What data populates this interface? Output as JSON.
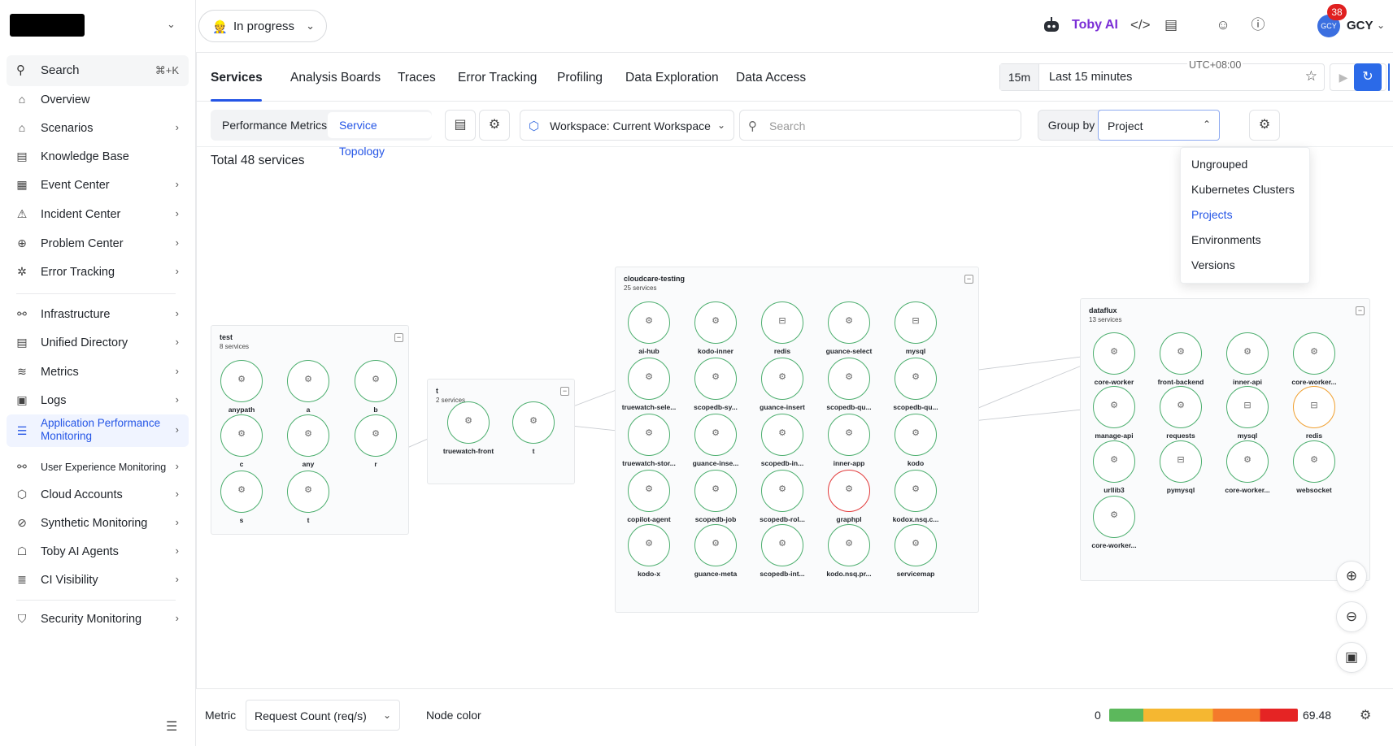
{
  "sidebar": {
    "search_label": "Search",
    "search_shortcut": "⌘+K",
    "items": [
      {
        "label": "Overview",
        "icon": "home-icon",
        "chevron": false
      },
      {
        "label": "Scenarios",
        "icon": "scenarios-icon",
        "chevron": true
      },
      {
        "label": "Knowledge Base",
        "icon": "knowledge-base-icon",
        "chevron": false
      },
      {
        "label": "Event Center",
        "icon": "event-center-icon",
        "chevron": true
      },
      {
        "label": "Incident Center",
        "icon": "incident-center-icon",
        "chevron": true
      },
      {
        "label": "Problem Center",
        "icon": "problem-center-icon",
        "chevron": true
      },
      {
        "label": "Error Tracking",
        "icon": "bug-icon",
        "chevron": true
      },
      {
        "label": "Infrastructure",
        "icon": "infrastructure-icon",
        "chevron": true
      },
      {
        "label": "Unified Directory",
        "icon": "directory-icon",
        "chevron": true
      },
      {
        "label": "Metrics",
        "icon": "metrics-icon",
        "chevron": true
      },
      {
        "label": "Logs",
        "icon": "logs-icon",
        "chevron": true
      },
      {
        "label": "Application Performance Monitoring",
        "icon": "apm-icon",
        "chevron": true,
        "active": true
      },
      {
        "label": "User Experience Monitoring",
        "icon": "user-experience-icon",
        "chevron": true
      },
      {
        "label": "Cloud Accounts",
        "icon": "cloud-icon",
        "chevron": true
      },
      {
        "label": "Synthetic Monitoring",
        "icon": "synthetic-icon",
        "chevron": true
      },
      {
        "label": "Toby AI Agents",
        "icon": "ai-agent-icon",
        "chevron": true
      },
      {
        "label": "CI Visibility",
        "icon": "ci-icon",
        "chevron": true
      },
      {
        "label": "Security Monitoring",
        "icon": "shield-icon",
        "chevron": true
      }
    ]
  },
  "topbar": {
    "status_label": "In progress",
    "toby_label": "Toby AI",
    "avatar_initials": "GCY",
    "notification_count": "38",
    "user_name": "GCY"
  },
  "tabs": [
    "Services",
    "Analysis Boards",
    "Traces",
    "Error Tracking",
    "Profiling",
    "Data Exploration",
    "Data Access"
  ],
  "time": {
    "chip": "15m",
    "range": "Last 15 minutes",
    "timezone": "UTC+08:00"
  },
  "filters": {
    "view_options": [
      "Performance Metrics",
      "Service Topology"
    ],
    "selected_view": "Service Topology",
    "workspace": "Workspace: Current Workspace",
    "search_placeholder": "Search",
    "group_by_label": "Group by",
    "group_by_value": "Project",
    "group_by_options": [
      "Ungrouped",
      "Kubernetes Clusters",
      "Projects",
      "Environments",
      "Versions"
    ],
    "group_by_selected": "Projects"
  },
  "total_label": "Total 48 services",
  "groups": [
    {
      "name": "test",
      "count": "8 services",
      "nodes": [
        "anypath",
        "a",
        "b",
        "c",
        "any",
        "r",
        "s",
        "t"
      ]
    },
    {
      "name": "t",
      "count": "2 services",
      "nodes": [
        "truewatch-front",
        "t"
      ]
    },
    {
      "name": "cloudcare-testing",
      "count": "25 services",
      "nodes": [
        "ai-hub",
        "kodo-inner",
        "redis",
        "guance-select",
        "mysql",
        "truewatch-sele...",
        "scopedb-sy...",
        "guance-insert",
        "scopedb-qu...",
        "scopedb-qu...",
        "truewatch-stor...",
        "guance-inse...",
        "scopedb-in...",
        "inner-app",
        "kodo",
        "copilot-agent",
        "scopedb-job",
        "scopedb-rol...",
        "graphpl",
        "kodox.nsq.c...",
        "kodo-x",
        "guance-meta",
        "scopedb-int...",
        "kodo.nsq.pr...",
        "servicemap"
      ]
    },
    {
      "name": "dataflux",
      "count": "13 services",
      "nodes": [
        "core-worker",
        "front-backend",
        "inner-api",
        "core-worker...",
        "manage-api",
        "requests",
        "mysql",
        "redis",
        "urllib3",
        "pymysql",
        "core-worker...",
        "websocket",
        "core-worker..."
      ]
    }
  ],
  "bottom": {
    "metric_label": "Metric",
    "metric_value": "Request Count (req/s)",
    "node_color_label": "Node color",
    "scale_min": "0",
    "scale_max": "69.48"
  },
  "colors": {
    "accent": "#2455e6",
    "node_ok": "#4cae6e",
    "node_error": "#e23a3a",
    "node_warn": "#f0a030",
    "toby": "#7b2fd6"
  }
}
